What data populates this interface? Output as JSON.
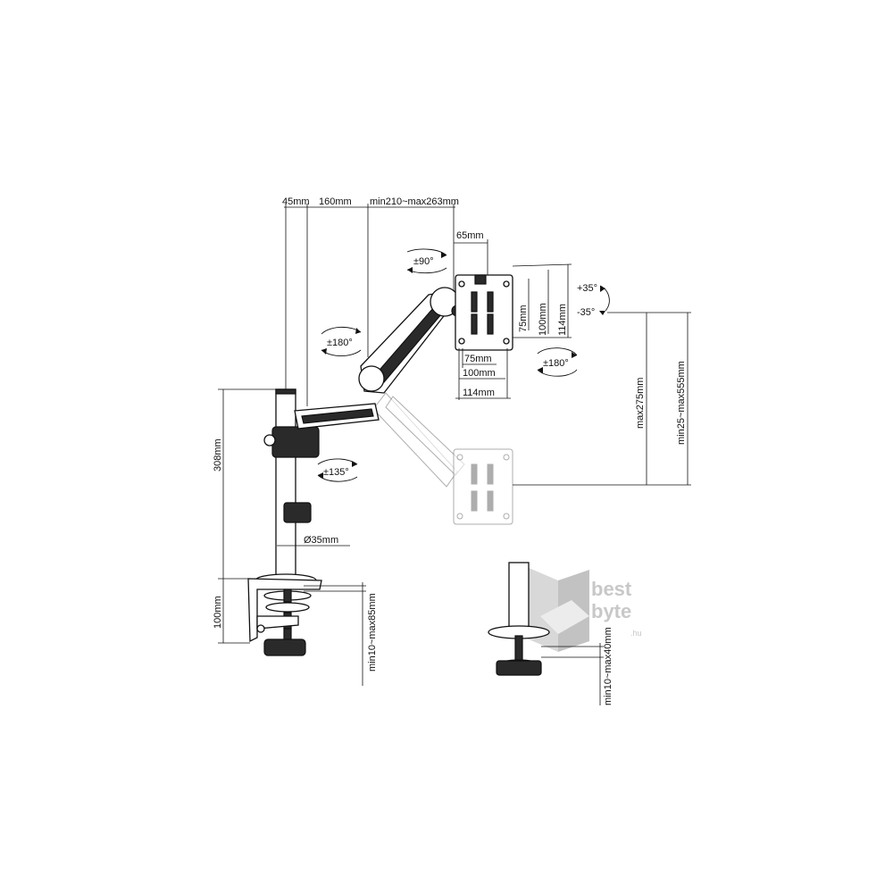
{
  "dimensions": {
    "offset_top": "45mm",
    "arm_segment": "160mm",
    "arm_reach": "min210~max263mm",
    "vesa_offset": "65mm",
    "vesa_75_h": "75mm",
    "vesa_100_h": "100mm",
    "vesa_114_h": "114mm",
    "vesa_75_w": "75mm",
    "vesa_100_w": "100mm",
    "vesa_114_w": "114mm",
    "pole_height": "308mm",
    "clamp_height": "100mm",
    "pole_diameter": "Ø35mm",
    "clamp_range": "min10~max85mm",
    "grommet_range": "min10~max40mm",
    "height_range": "max275mm",
    "height_adjust": "min25~max555mm"
  },
  "rotations": {
    "rotate_90": "±90°",
    "rotate_180_arm": "±180°",
    "rotate_180_plate": "±180°",
    "rotate_135": "±135°",
    "tilt_up": "+35°",
    "tilt_down": "-35°"
  },
  "watermark": {
    "brand_line1": "best",
    "brand_line2": "byte",
    "brand_suffix": ".hu"
  }
}
